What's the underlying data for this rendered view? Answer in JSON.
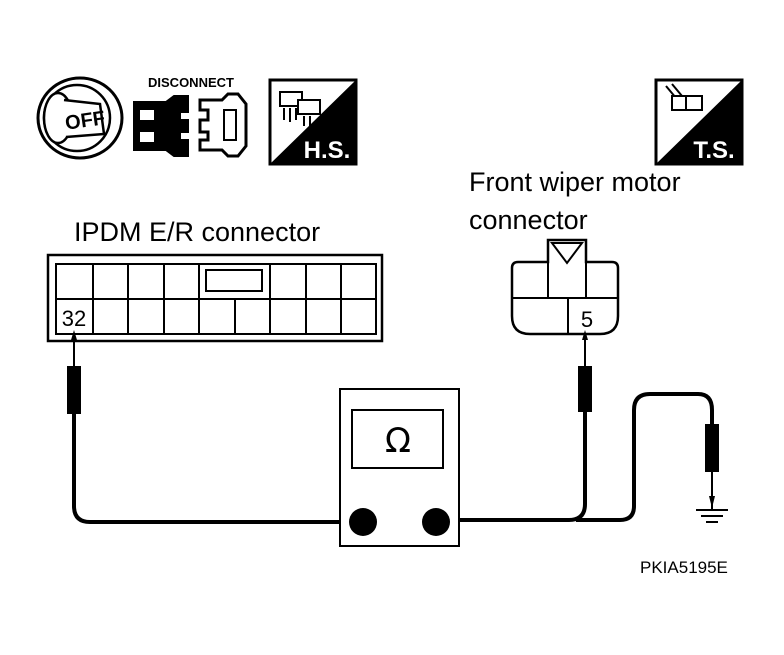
{
  "icons": {
    "ignition": {
      "name": "ignition-off-icon",
      "text": "OFF"
    },
    "disconnect": {
      "name": "disconnect-connector-icon",
      "text": "DISCONNECT"
    },
    "harness_side": {
      "name": "harness-side-icon",
      "text": "H.S."
    },
    "terminal_side": {
      "name": "terminal-side-icon",
      "text": "T.S."
    }
  },
  "ipdm": {
    "label": "IPDM E/R connector",
    "terminal": "32"
  },
  "wiper": {
    "label_line1": "Front wiper motor",
    "label_line2": "connector",
    "terminal": "5"
  },
  "meter": {
    "symbol": "Ω",
    "icon": "ohmmeter-icon"
  },
  "ground": {
    "icon": "ground-symbol-icon"
  },
  "figure_code": "PKIA5195E"
}
